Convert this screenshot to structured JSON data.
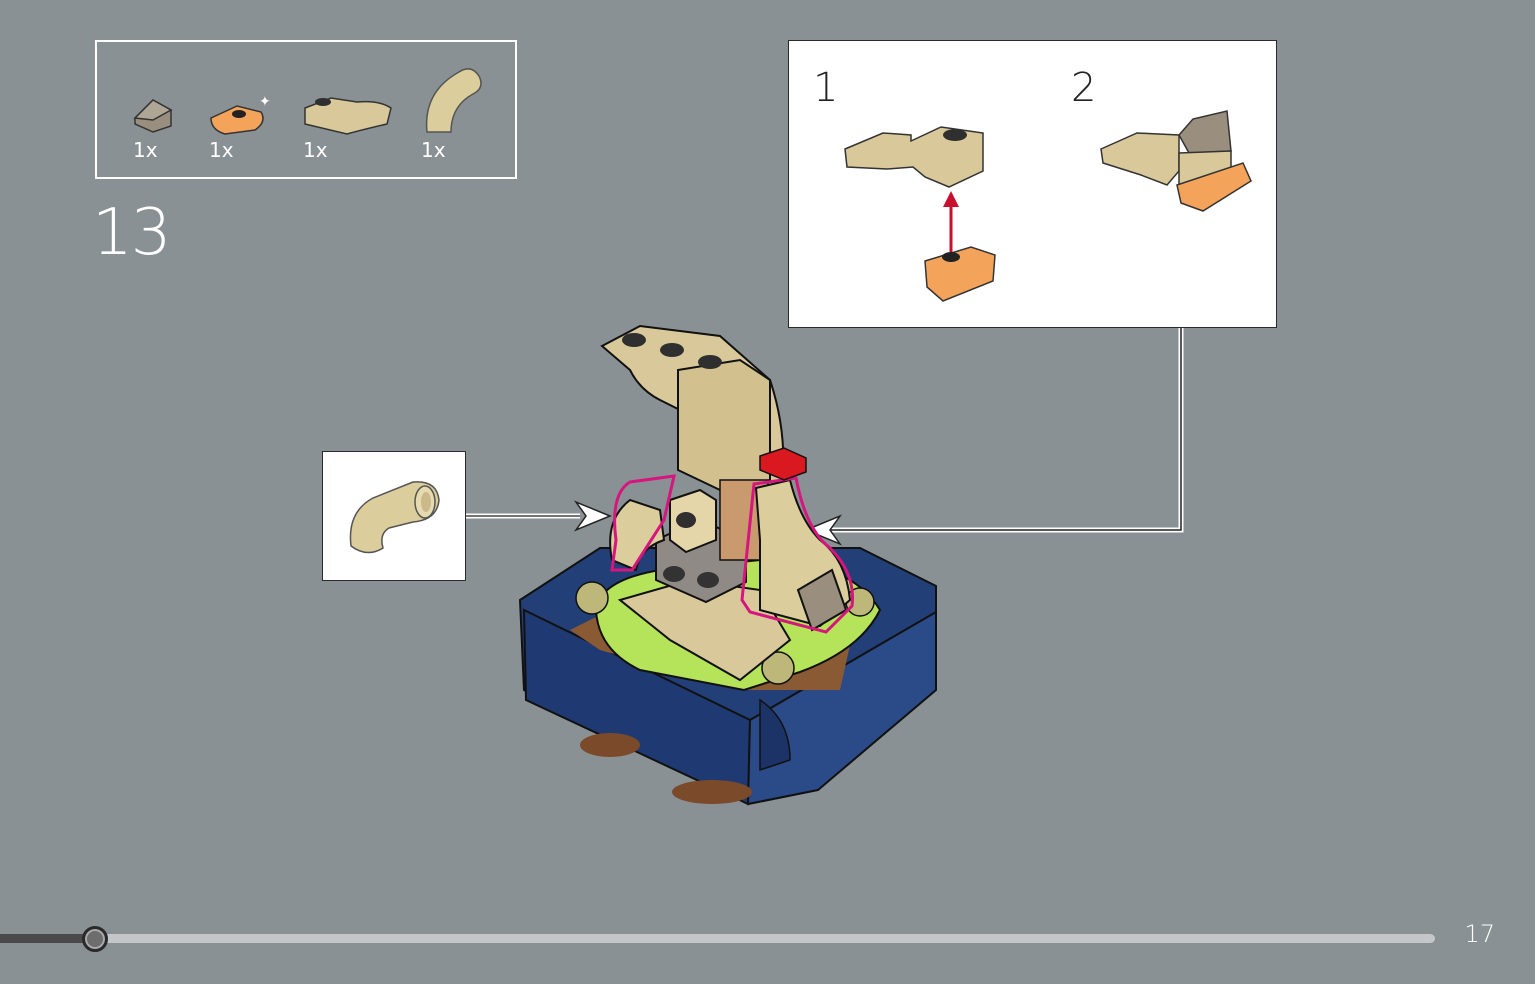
{
  "parts_list": {
    "items": [
      {
        "name": "dark-tan-slope-icon",
        "qty": "1x"
      },
      {
        "name": "orange-round-plate-icon",
        "qty": "1x"
      },
      {
        "name": "tan-curved-slope-icon",
        "qty": "1x"
      },
      {
        "name": "tan-curved-arch-icon",
        "qty": "1x"
      }
    ]
  },
  "step": {
    "number": "13"
  },
  "sub_assembly": {
    "steps": [
      "1",
      "2"
    ]
  },
  "progress": {
    "value": 0.065
  },
  "page": {
    "number": "17"
  },
  "colors": {
    "background": "#8a9194",
    "tan": "#d9c99a",
    "dark_tan": "#8f8474",
    "orange": "#f4a45a",
    "navy": "#233f78",
    "lime": "#b5e35a",
    "highlight": "#d6157f",
    "red": "#d9181f"
  }
}
